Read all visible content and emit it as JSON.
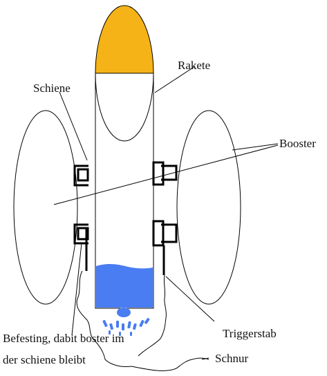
{
  "labels": {
    "rakete": "Rakete",
    "schiene": "Schiene",
    "booster": "Booster",
    "befestigung_line1": "Befesting, dabit boster im",
    "befestigung_line2": "der schiene bleibt",
    "triggerstab": "Triggerstab",
    "schnur": "Schnur"
  },
  "colors": {
    "nose_cone": "#F5B317",
    "fuel": "#4A7CF2",
    "outline": "#000000"
  }
}
